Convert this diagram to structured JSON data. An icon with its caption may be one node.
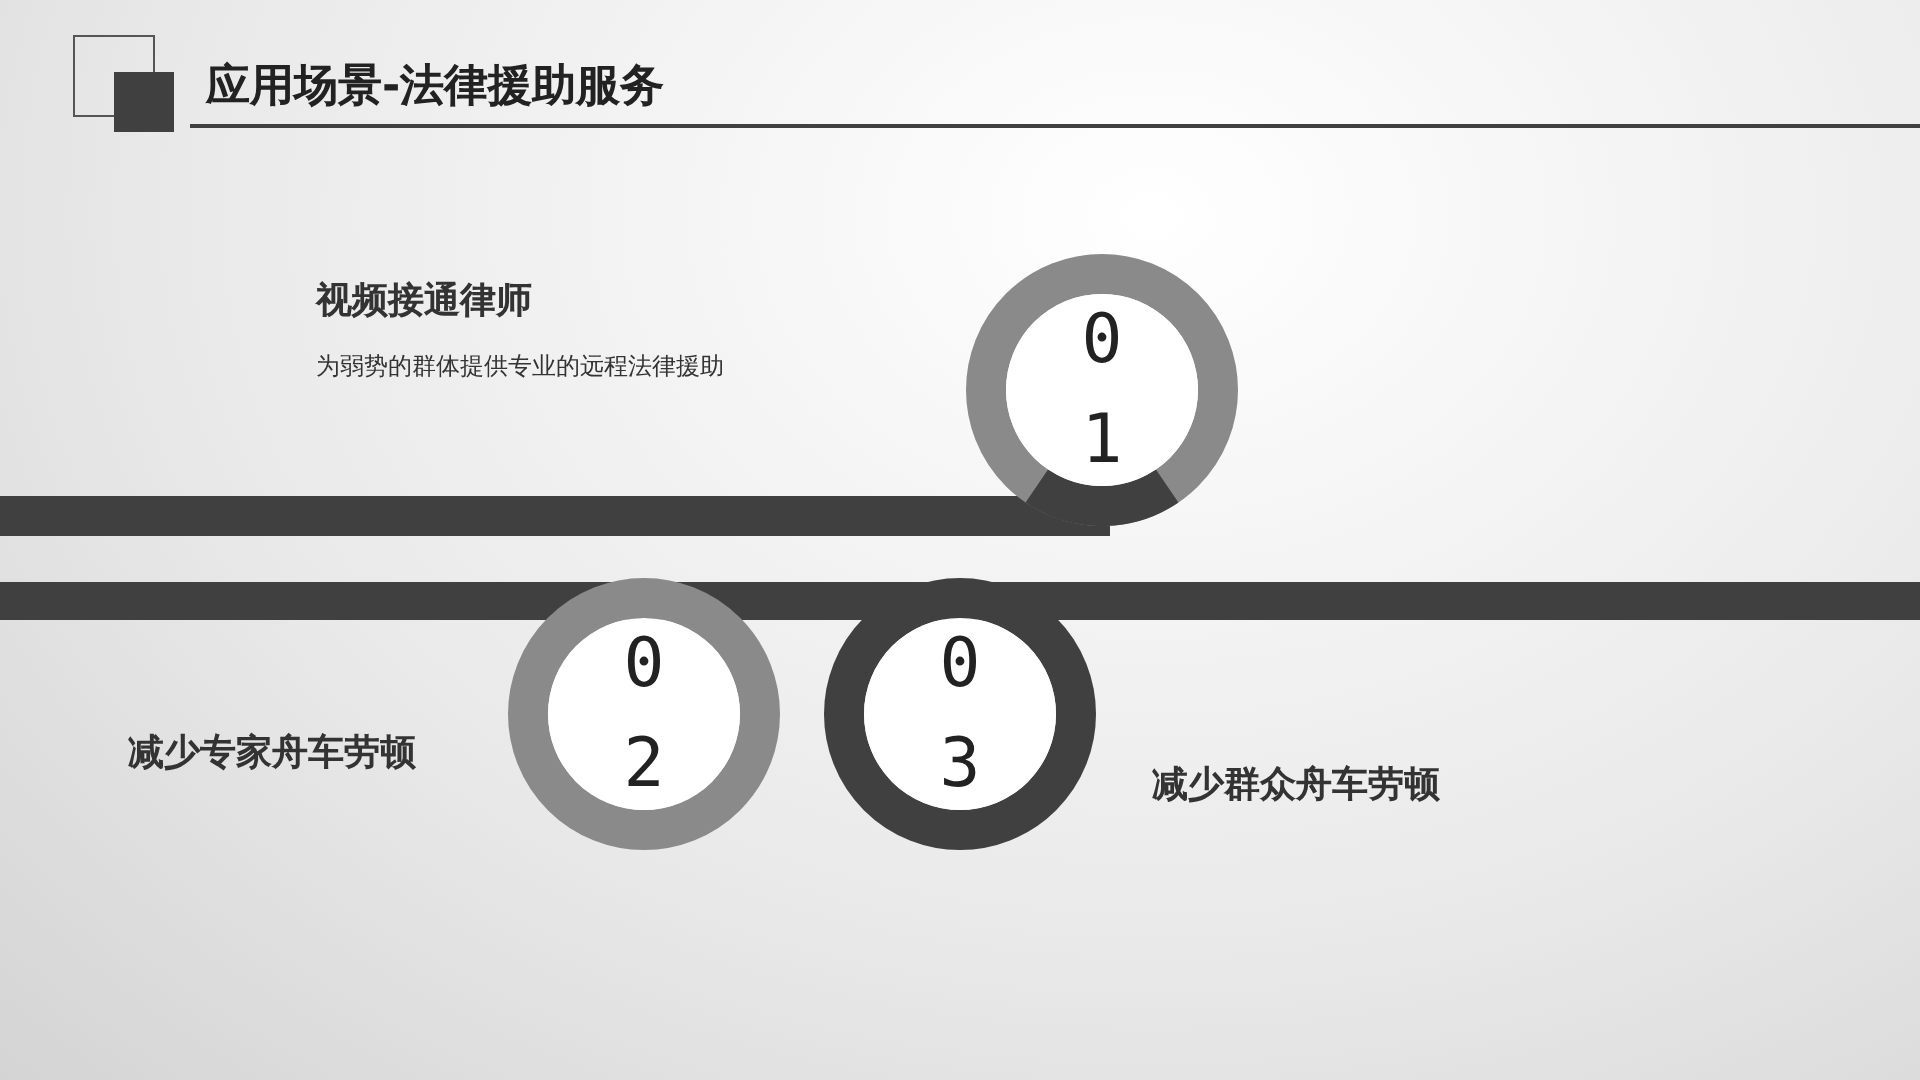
{
  "diagram": {
    "title": "应用场景-法律援助服务",
    "nodes": [
      {
        "text": [
          "01"
        ],
        "beside": [
          "视频接通律师",
          "为弱势的群体提供专业的远程法律援助"
        ]
      },
      {
        "text": [
          "02"
        ],
        "beside": [
          "减少专家舟车劳顿"
        ]
      },
      {
        "text": [
          "03"
        ],
        "beside": [
          "减少群众舟车劳顿"
        ]
      }
    ],
    "edges": []
  }
}
